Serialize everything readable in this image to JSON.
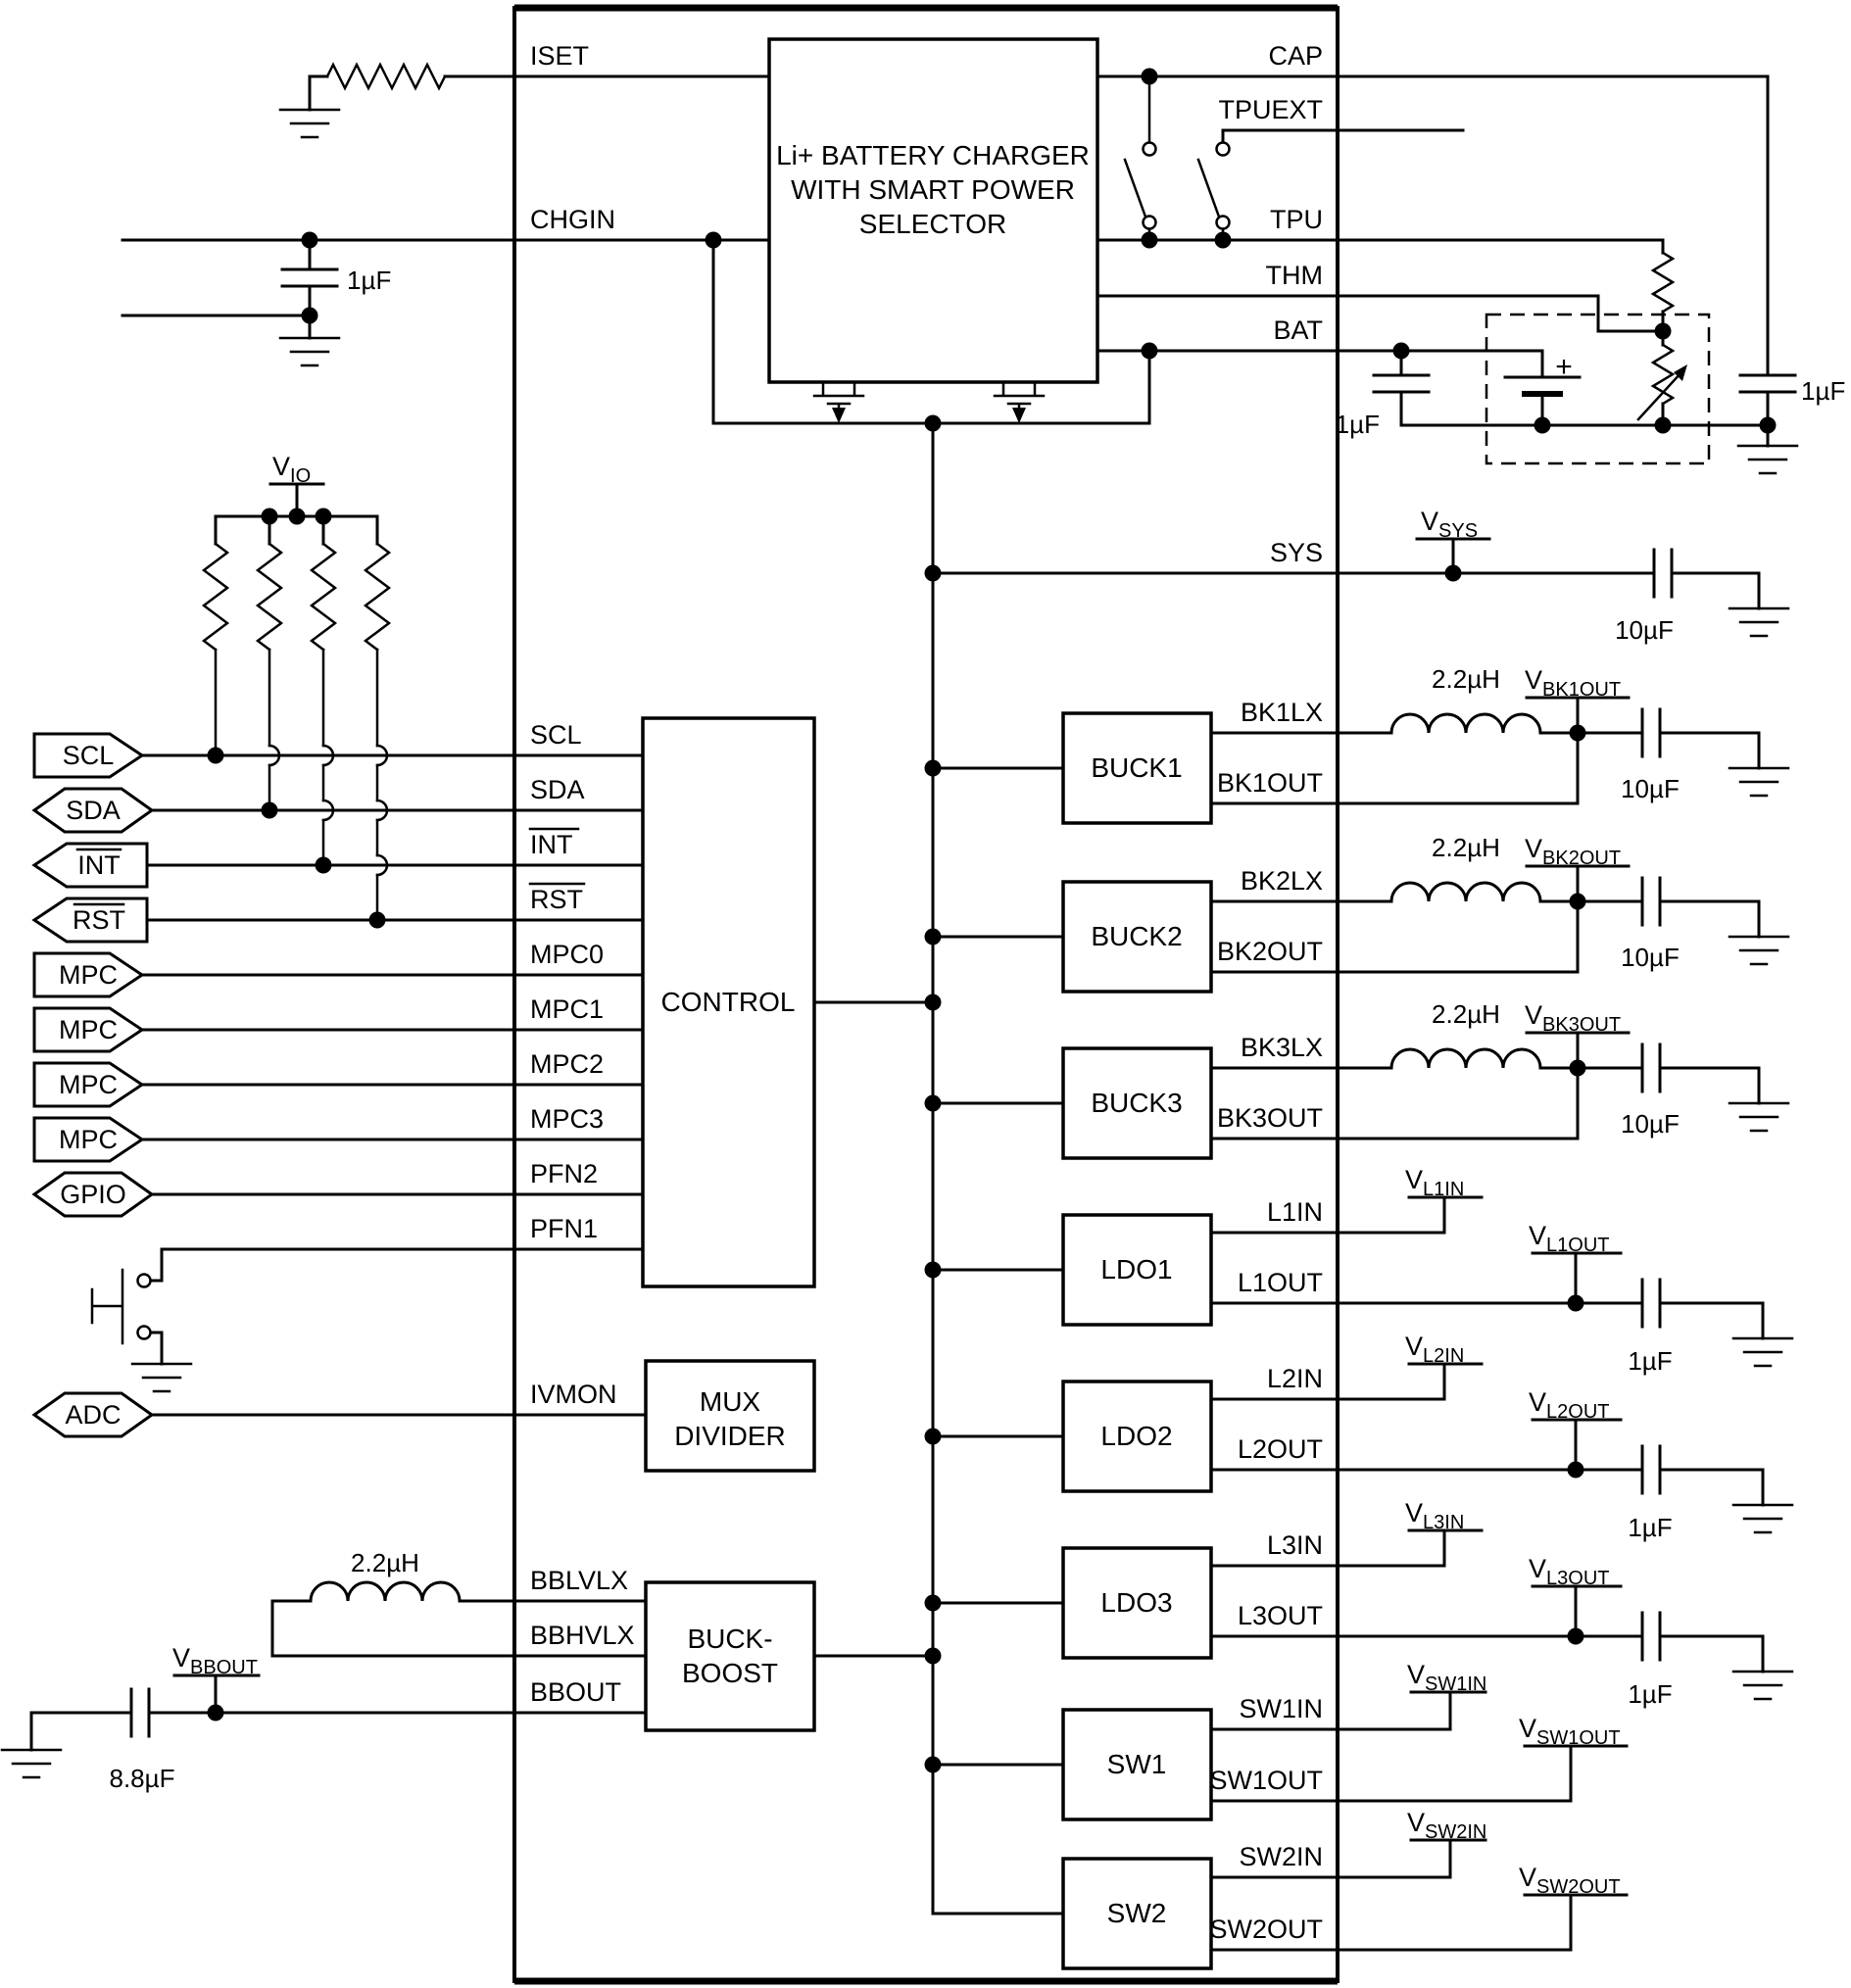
{
  "diagram": {
    "blocks": {
      "charger_l1": "Li+ BATTERY CHARGER",
      "charger_l2": "WITH SMART POWER",
      "charger_l3": "SELECTOR",
      "control": "CONTROL",
      "mux_l1": "MUX",
      "mux_l2": "DIVIDER",
      "buckboost_l1": "BUCK-",
      "buckboost_l2": "BOOST",
      "buck1": "BUCK1",
      "buck2": "BUCK2",
      "buck3": "BUCK3",
      "ldo1": "LDO1",
      "ldo2": "LDO2",
      "ldo3": "LDO3",
      "sw1": "SW1",
      "sw2": "SW2"
    },
    "pins_left": {
      "iset": "ISET",
      "chgin": "CHGIN",
      "scl": "SCL",
      "sda": "SDA",
      "int": "INT",
      "rst": "RST",
      "mpc0": "MPC0",
      "mpc1": "MPC1",
      "mpc2": "MPC2",
      "mpc3": "MPC3",
      "pfn2": "PFN2",
      "pfn1": "PFN1",
      "ivmon": "IVMON",
      "bblvlx": "BBLVLX",
      "bbhvlx": "BBHVLX",
      "bbout": "BBOUT"
    },
    "pins_right": {
      "cap": "CAP",
      "tpuext": "TPUEXT",
      "tpu": "TPU",
      "thm": "THM",
      "bat": "BAT",
      "sys": "SYS",
      "bk1lx": "BK1LX",
      "bk1out": "BK1OUT",
      "bk2lx": "BK2LX",
      "bk2out": "BK2OUT",
      "bk3lx": "BK3LX",
      "bk3out": "BK3OUT",
      "l1in": "L1IN",
      "l1out": "L1OUT",
      "l2in": "L2IN",
      "l2out": "L2OUT",
      "l3in": "L3IN",
      "l3out": "L3OUT",
      "sw1in": "SW1IN",
      "sw1out": "SW1OUT",
      "sw2in": "SW2IN",
      "sw2out": "SW2OUT"
    },
    "connectors": {
      "scl": "SCL",
      "sda": "SDA",
      "int": "INT",
      "rst": "RST",
      "mpc": "MPC",
      "gpio": "GPIO",
      "adc": "ADC"
    },
    "values": {
      "c_chgin": "1µF",
      "c_bat": "1µF",
      "c_cap": "1µF",
      "c_sys": "10µF",
      "c_buck": "10µF",
      "c_ldo": "1µF",
      "c_bb": "8.8µF",
      "l_buck": "2.2µH",
      "l_bb": "2.2µH",
      "battery_plus": "+"
    },
    "nets": {
      "v": "V",
      "vio": "IO",
      "vsys": "SYS",
      "vbbout": "BBOUT",
      "vbk1out": "BK1OUT",
      "vbk2out": "BK2OUT",
      "vbk3out": "BK3OUT",
      "vl1in": "L1IN",
      "vl1out": "L1OUT",
      "vl2in": "L2IN",
      "vl2out": "L2OUT",
      "vl3in": "L3IN",
      "vl3out": "L3OUT",
      "vsw1in": "SW1IN",
      "vsw1out": "SW1OUT",
      "vsw2in": "SW2IN",
      "vsw2out": "SW2OUT"
    }
  }
}
